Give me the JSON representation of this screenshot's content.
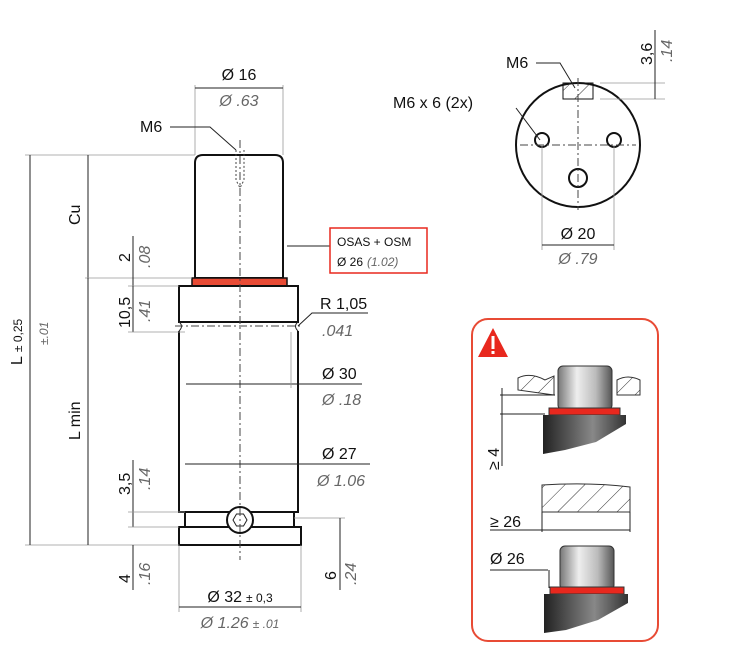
{
  "front": {
    "d16": "Ø 16",
    "d16_in": "Ø .63",
    "m6": "M6",
    "l": "L",
    "l_tol": "± 0,25",
    "l_tol_in": "±.01",
    "cu": "Cu",
    "two": "2",
    "two_in": ".08",
    "ten5": "10,5",
    "ten5_in": ".41",
    "lmin": "L min",
    "three5": "3,5",
    "three5_in": ".14",
    "four": "4",
    "four_in": ".16",
    "r": "R 1,05",
    "r_in": ".041",
    "d30": "Ø 30",
    "d30_in": "Ø .18",
    "d27": "Ø 27",
    "d27_in": "Ø 1.06",
    "six": "6",
    "six_in": ".24",
    "d32": "Ø 32",
    "d32_tol": "± 0,3",
    "d32_in": "Ø 1.26",
    "d32_in_tol": "± .01",
    "osas_line1": "OSAS + OSM",
    "osas_line2": "Ø 26",
    "osas_line2_in": "(1.02)"
  },
  "top": {
    "m6": "M6",
    "m6x6": "M6 x 6 (2x)",
    "h": "3,6",
    "h_in": ".14",
    "d20": "Ø 20",
    "d20_in": "Ø .79"
  },
  "warning": {
    "icon": "warning-triangle-icon",
    "ge4": "≥ 4",
    "ge26": "≥ 26",
    "d26": "Ø 26"
  },
  "colors": {
    "accent": "#e84b35",
    "red": "#e8281e"
  }
}
